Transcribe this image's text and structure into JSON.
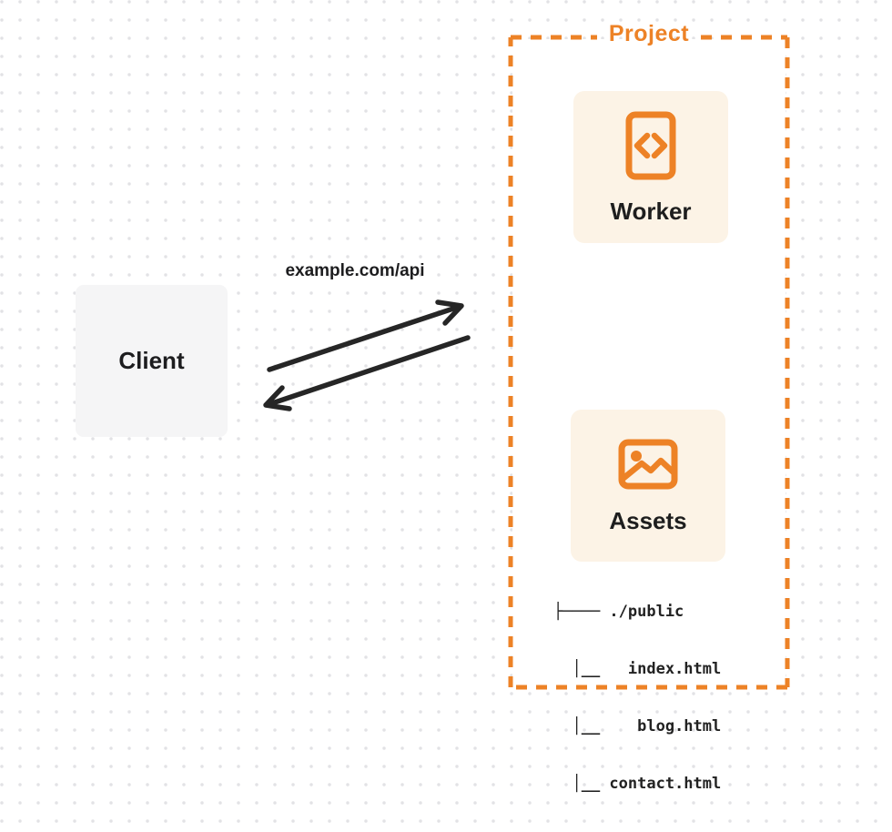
{
  "client": {
    "label": "Client"
  },
  "request": {
    "label": "example.com/api"
  },
  "project": {
    "title": "Project",
    "nodes": [
      {
        "label": "Worker",
        "icon": "code-file-icon"
      },
      {
        "label": "Assets",
        "icon": "image-icon"
      }
    ],
    "file_tree": {
      "lines": [
        "├──── ./public",
        "  │__   index.html",
        "  │__    blog.html",
        "  │__ contact.html"
      ]
    }
  },
  "colors": {
    "accent_orange": "#ED8226",
    "card_background": "#FCF3E6",
    "client_background": "#F5F5F6",
    "arrow": "#262626",
    "text_dark": "#1D1D1F",
    "dot_grid": "#E2E2E5"
  }
}
